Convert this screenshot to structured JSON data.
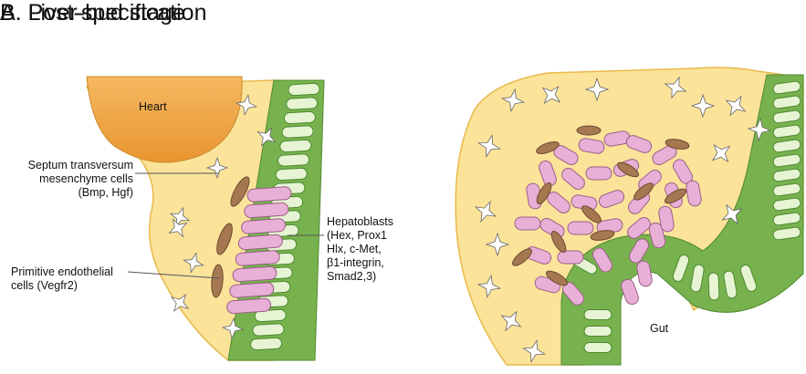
{
  "panels": {
    "a": {
      "title": "A. Post-specification",
      "labels": {
        "heart": "Heart",
        "septum": "Septum transversum\nmesenchyme cells\n(Bmp, Hgf)",
        "endothelial": "Primitive endothelial\ncells (Vegfr2)",
        "hepatoblasts": "Hepatoblasts\n(Hex, Prox1\nHlx, c-Met,\nβ1-integrin,\nSmad2,3)"
      }
    },
    "b": {
      "title": "B. Liver-bud stage",
      "labels": {
        "gut": "Gut"
      }
    }
  },
  "colors": {
    "mesenchyme_fill": "#fbe39a",
    "mesenchyme_edge": "#e8b94a",
    "heart": "#f0a03c",
    "gut_epithelium": "#78b24e",
    "gut_cell": "#e6f4d4",
    "hepatoblast": "#e8b0d6",
    "endothelial": "#a57852"
  }
}
